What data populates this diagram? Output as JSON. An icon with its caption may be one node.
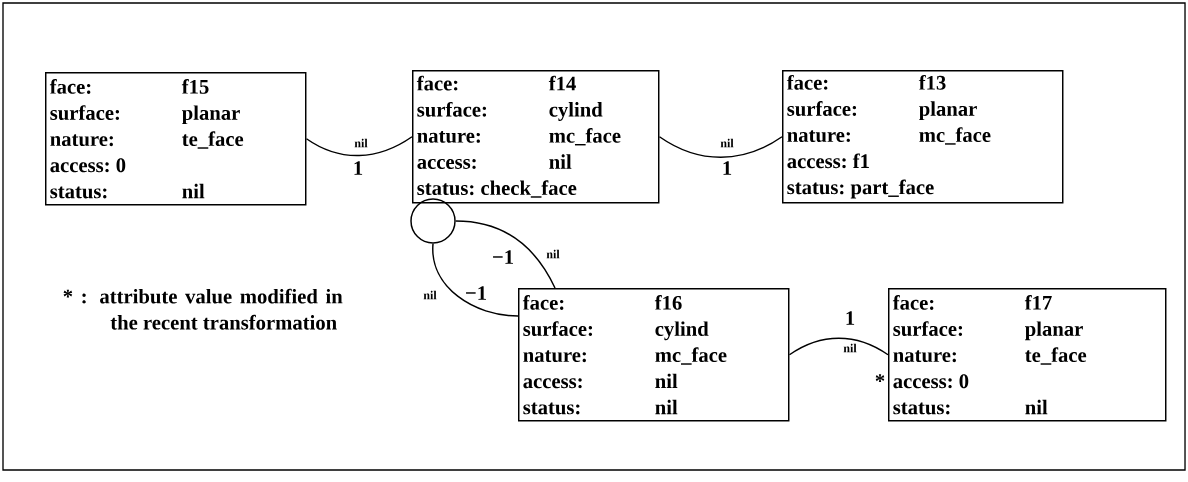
{
  "diagram": {
    "nodes": [
      {
        "text": [
          "face:",
          "f15",
          "surface:",
          "planar",
          "nature:",
          "te_face",
          "access:",
          "0",
          "status:",
          "nil"
        ]
      },
      {
        "text": [
          "face:",
          "f14",
          "surface:",
          "cylind",
          "nature:",
          "mc_face",
          "access:",
          "nil",
          "status:",
          "check_face"
        ]
      },
      {
        "text": [
          "face:",
          "f13",
          "surface:",
          "planar",
          "nature:",
          "mc_face",
          "access:",
          "f1",
          "status:",
          "part_face"
        ]
      },
      {
        "text": [],
        "shape": "circle"
      },
      {
        "text": [
          "face:",
          "f16",
          "surface:",
          "cylind",
          "nature:",
          "mc_face",
          "access:",
          "nil",
          "status:",
          "nil"
        ]
      },
      {
        "text": [
          "face:",
          "f17",
          "surface:",
          "planar",
          "nature:",
          "te_face",
          "access:",
          "0",
          "status:",
          "nil"
        ],
        "beside": [
          "*"
        ]
      }
    ],
    "edges": [
      {
        "from": 0,
        "to": 1,
        "arrow": "none",
        "label": "nil"
      },
      {
        "from": 1,
        "to": 2,
        "arrow": "none",
        "label": "nil"
      },
      {
        "from": 3,
        "to": 4,
        "arrow": "none",
        "label": "nil"
      },
      {
        "from": 3,
        "to": 4,
        "arrow": "none",
        "label": "nil"
      },
      {
        "from": 4,
        "to": 5,
        "arrow": "none",
        "label": "nil"
      }
    ],
    "labels": [
      "1",
      "1",
      "−1",
      "−1",
      "* : attribute value modified in the recent transformation",
      "1"
    ]
  }
}
